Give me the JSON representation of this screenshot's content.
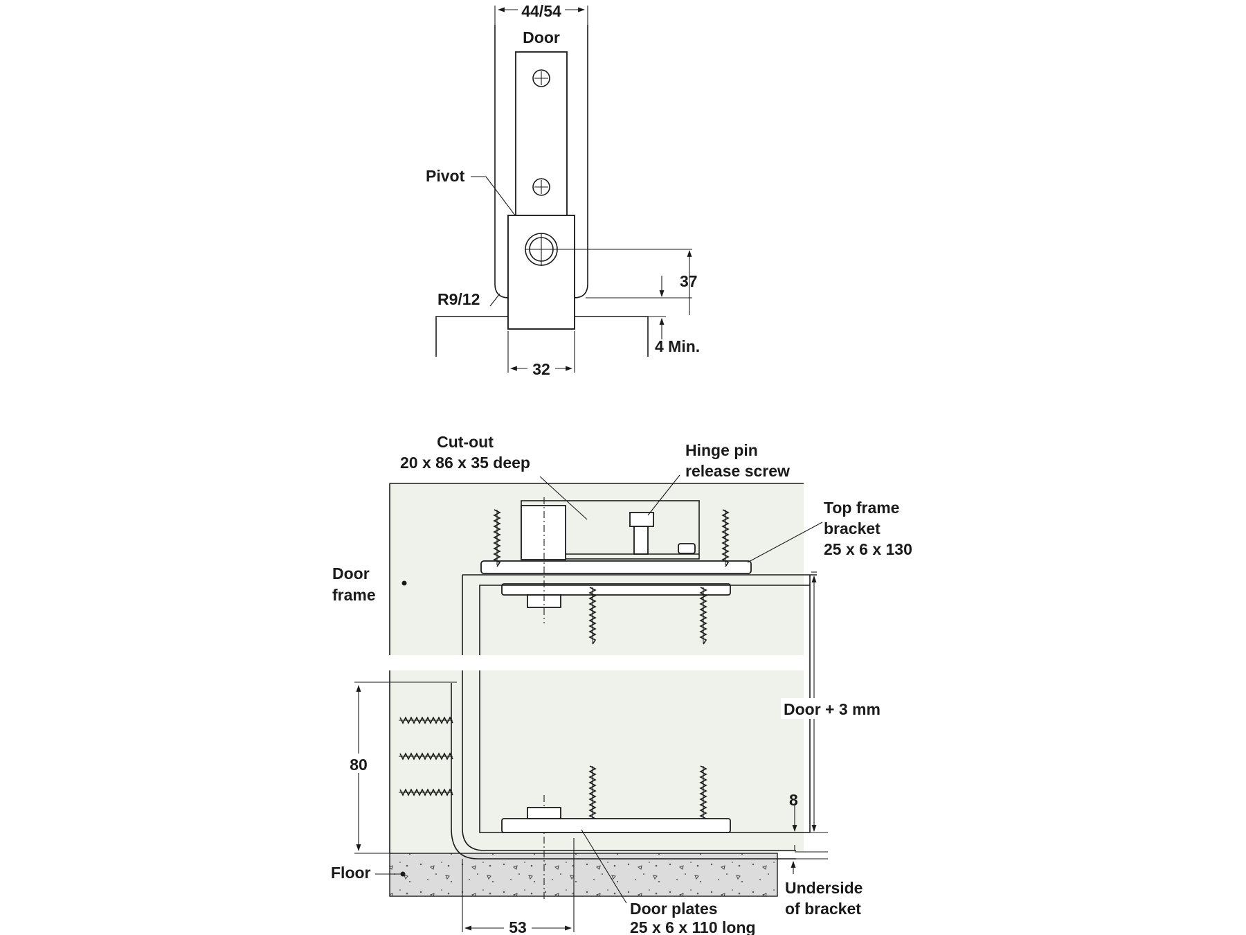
{
  "colors": {
    "line": "#1a1a1a",
    "wood": "#eef2ea",
    "concrete": "#dcdcdc",
    "background": "#ffffff"
  },
  "top_view": {
    "door_width": "44/54",
    "door": "Door",
    "pivot": "Pivot",
    "radius": "R9/12",
    "dim_37": "37",
    "dim_4min": "4 Min.",
    "dim_32": "32"
  },
  "section_view": {
    "cutout_line1": "Cut-out",
    "cutout_line2": "20 x 86 x 35 deep",
    "hinge_pin_line1": "Hinge pin",
    "hinge_pin_line2": "release screw",
    "top_bracket_line1": "Top frame",
    "top_bracket_line2": "bracket",
    "top_bracket_line3": "25 x 6 x 130",
    "door_frame_line1": "Door",
    "door_frame_line2": "frame",
    "door_plus": "Door + 3 mm",
    "dim_80": "80",
    "dim_8": "8",
    "floor": "Floor",
    "underside_line1": "Underside",
    "underside_line2": "of bracket",
    "door_plates_line1": "Door plates",
    "door_plates_line2": "25 x 6 x 110 long",
    "dim_53": "53"
  }
}
